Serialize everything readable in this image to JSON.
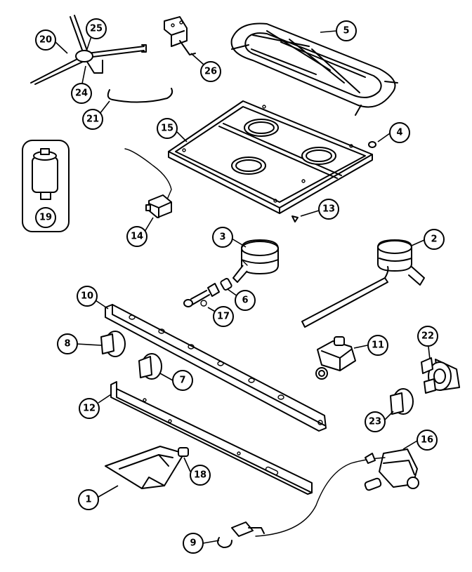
{
  "callouts": [
    {
      "id": "20",
      "label": "20"
    },
    {
      "id": "25",
      "label": "25"
    },
    {
      "id": "24",
      "label": "24"
    },
    {
      "id": "26",
      "label": "26"
    },
    {
      "id": "5",
      "label": "5"
    },
    {
      "id": "21",
      "label": "21"
    },
    {
      "id": "15",
      "label": "15"
    },
    {
      "id": "4",
      "label": "4"
    },
    {
      "id": "19",
      "label": "19"
    },
    {
      "id": "14",
      "label": "14"
    },
    {
      "id": "13",
      "label": "13"
    },
    {
      "id": "3",
      "label": "3"
    },
    {
      "id": "2",
      "label": "2"
    },
    {
      "id": "6",
      "label": "6"
    },
    {
      "id": "17",
      "label": "17"
    },
    {
      "id": "10",
      "label": "10"
    },
    {
      "id": "8",
      "label": "8"
    },
    {
      "id": "11",
      "label": "11"
    },
    {
      "id": "22",
      "label": "22"
    },
    {
      "id": "7",
      "label": "7"
    },
    {
      "id": "12",
      "label": "12"
    },
    {
      "id": "23",
      "label": "23"
    },
    {
      "id": "16",
      "label": "16"
    },
    {
      "id": "18",
      "label": "18"
    },
    {
      "id": "1",
      "label": "1"
    },
    {
      "id": "9",
      "label": "9"
    }
  ]
}
